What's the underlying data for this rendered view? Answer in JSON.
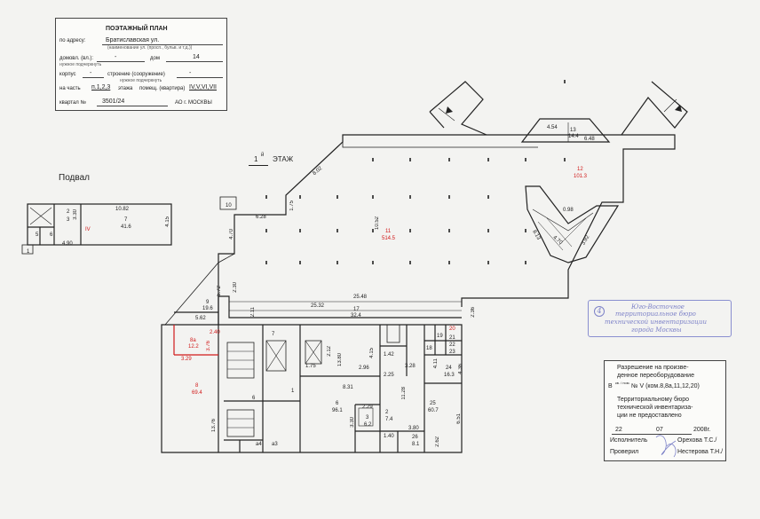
{
  "header": {
    "title": "ПОЭТАЖНЫЙ ПЛАН",
    "address_label": "по адресу:",
    "address_value": "Братиславская ул.",
    "address_hint": "(наименование ул. (просп., бульв. и т.д.))",
    "house_label": "домовл. (вл.):",
    "house_value": "-",
    "house_hint": "нужное подчеркнуть",
    "dom_label": "дом",
    "dom_value": "14",
    "korpus_label": "корпус",
    "korpus_value": "-",
    "building_label": "строение (сооружение)",
    "building_value": "-",
    "building_hint": "нужное подчеркнуть",
    "part_label": "на часть",
    "part_value": "п.1,2,3",
    "floor_label": "этажа",
    "rooms_label": "помещ. (квартира)",
    "rooms_value": "IV,V,VI,VII",
    "block_label": "квартал №",
    "block_value": "3501/24",
    "ao_label": "АО г. МОСКВЫ"
  },
  "floor_title": {
    "number": "1",
    "suffix": "й",
    "label": "ЭТАЖ"
  },
  "basement": {
    "title": "Подвал",
    "labels": [
      {
        "text": "10.82"
      },
      {
        "text": "7"
      },
      {
        "text": "41.6"
      },
      {
        "text": "4.15"
      },
      {
        "text": "IV"
      },
      {
        "text": "4.90"
      },
      {
        "text": "3.30"
      },
      {
        "text": "2"
      },
      {
        "text": "3"
      },
      {
        "text": "5"
      },
      {
        "text": "6"
      },
      {
        "text": "1"
      }
    ]
  },
  "plan_labels": [
    {
      "text": "10"
    },
    {
      "text": "6.28"
    },
    {
      "text": "1.75"
    },
    {
      "text": "8.02"
    },
    {
      "text": "4.70"
    },
    {
      "text": "11"
    },
    {
      "text": "514.5"
    },
    {
      "text": "10.52"
    },
    {
      "text": "12"
    },
    {
      "text": "101.3"
    },
    {
      "text": "13"
    },
    {
      "text": "14.4"
    },
    {
      "text": "4.54"
    },
    {
      "text": "6.48"
    },
    {
      "text": "0.98"
    },
    {
      "text": "8.13"
    },
    {
      "text": "4.70"
    },
    {
      "text": "3.92"
    },
    {
      "text": "25.48"
    },
    {
      "text": "25.32"
    },
    {
      "text": "17"
    },
    {
      "text": "32.4"
    },
    {
      "text": "2.11"
    },
    {
      "text": "2.30"
    },
    {
      "text": "5.72"
    },
    {
      "text": "9"
    },
    {
      "text": "19.6"
    },
    {
      "text": "5.62"
    },
    {
      "text": "8a"
    },
    {
      "text": "12.2"
    },
    {
      "text": "3.29"
    },
    {
      "text": "3.76"
    },
    {
      "text": "2.40"
    },
    {
      "text": "8"
    },
    {
      "text": "69.4"
    },
    {
      "text": "13.76"
    },
    {
      "text": "6"
    },
    {
      "text": "7"
    },
    {
      "text": "1"
    },
    {
      "text": "1.75"
    },
    {
      "text": "2.12"
    },
    {
      "text": "13.80"
    },
    {
      "text": "4.15"
    },
    {
      "text": "1.42"
    },
    {
      "text": "2.96"
    },
    {
      "text": "6"
    },
    {
      "text": "96.1"
    },
    {
      "text": "8.31"
    },
    {
      "text": "2.25"
    },
    {
      "text": "2.29"
    },
    {
      "text": "2"
    },
    {
      "text": "7.4"
    },
    {
      "text": "3"
    },
    {
      "text": "6.2"
    },
    {
      "text": "3.30"
    },
    {
      "text": "1.40"
    },
    {
      "text": "26"
    },
    {
      "text": "8.1"
    },
    {
      "text": "3.80"
    },
    {
      "text": "2.62"
    },
    {
      "text": "25"
    },
    {
      "text": "60.7"
    },
    {
      "text": "11.28"
    },
    {
      "text": "3.28"
    },
    {
      "text": "4.11"
    },
    {
      "text": "24"
    },
    {
      "text": "16.3"
    },
    {
      "text": "4.36"
    },
    {
      "text": "6.51"
    },
    {
      "text": "19"
    },
    {
      "text": "18"
    },
    {
      "text": "20"
    },
    {
      "text": "21"
    },
    {
      "text": "22"
    },
    {
      "text": "23"
    },
    {
      "text": "2.36"
    },
    {
      "text": "a4"
    },
    {
      "text": "a3"
    }
  ],
  "stamp": {
    "number": "4",
    "lines": [
      "Юго-Восточное",
      "территориальное бюро",
      "технической инвентаризации",
      "города Москвы"
    ]
  },
  "permission": {
    "line1": "Разрешение на произве-",
    "line2": "денное переоборудование",
    "line3_prefix": "В",
    "line3_small": "кв. / пом.",
    "line3_value": "№  V (ком.8,8а,11,12,20)",
    "line4": "Территориальному бюро",
    "line5": "технической инвентариза-",
    "line6": "ции не предоставлено",
    "date_day": "22",
    "date_month": "07",
    "date_year": "2008г.",
    "executor_label": "Исполнитель",
    "executor_name": "Орехова Т.С./",
    "checker_label": "Проверил",
    "checker_name": "Нестерова Т.Н./"
  },
  "colors": {
    "ink": "#222222",
    "red": "#d11a1a",
    "stamp": "#7d82c8"
  }
}
